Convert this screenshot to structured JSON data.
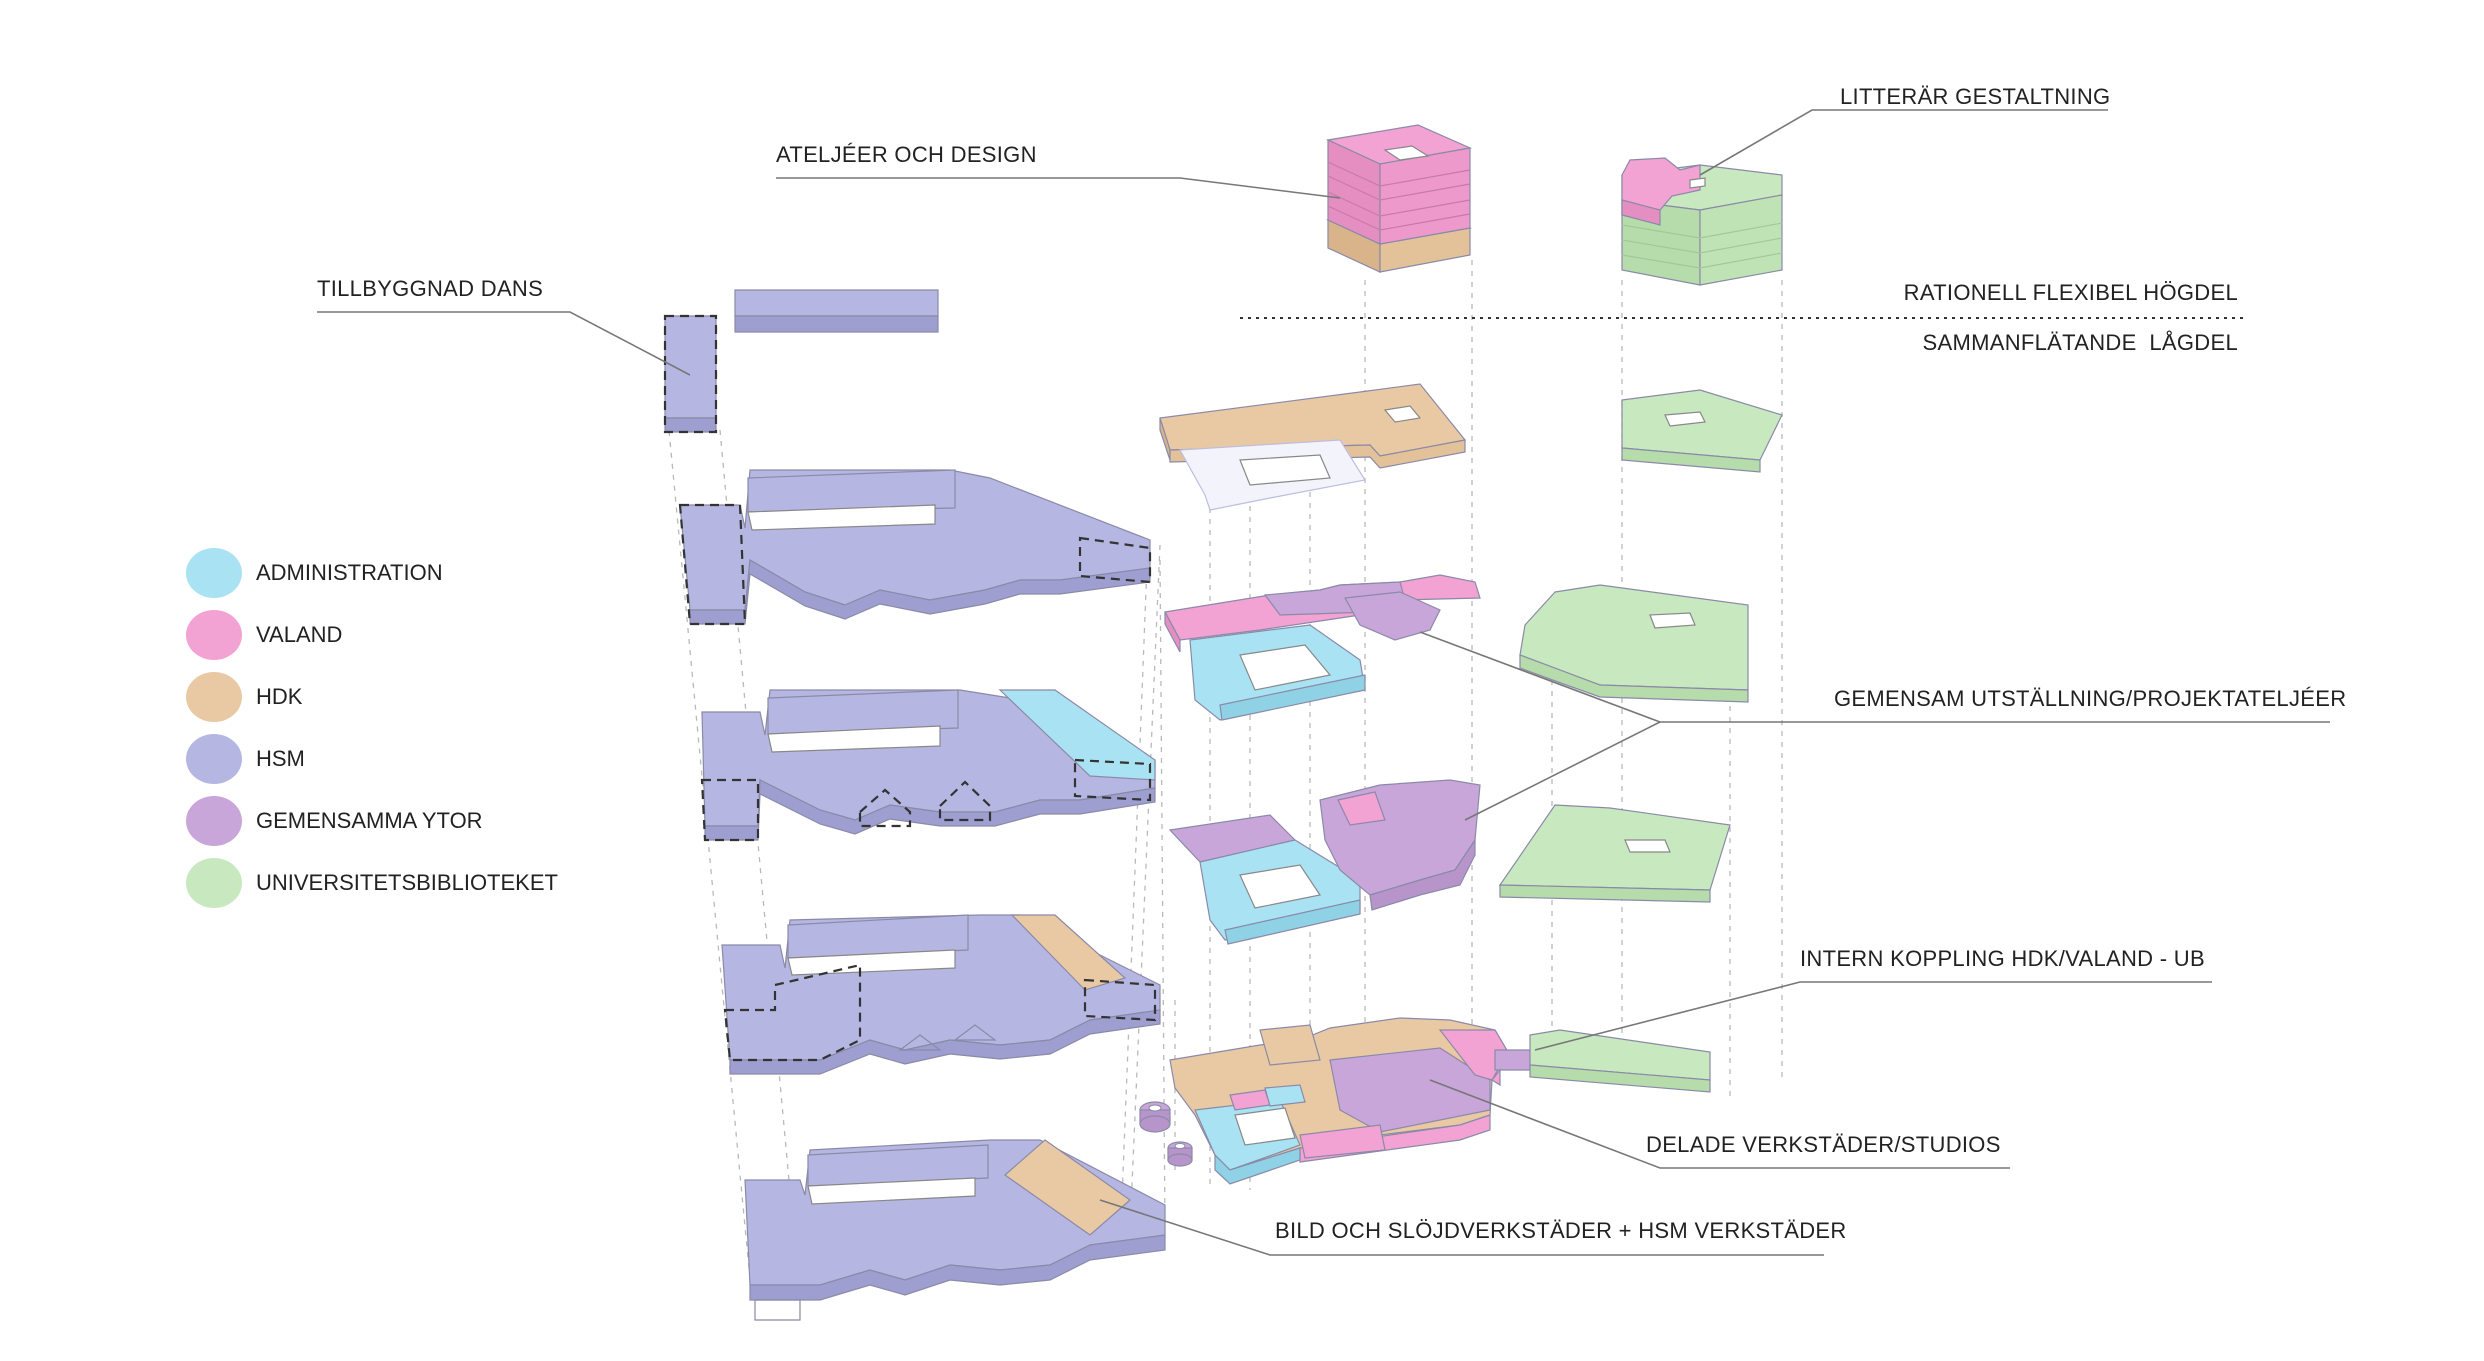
{
  "colors": {
    "administration": "#a9e3f3",
    "valand": "#f2a2d3",
    "hdk": "#e9c9a3",
    "hsm": "#b6b6e2",
    "gemensamma": "#c9a6d9",
    "ub": "#c8e8bf",
    "line": "#7a7a7a"
  },
  "legend": [
    {
      "key": "administration",
      "label": "ADMINISTRATION"
    },
    {
      "key": "valand",
      "label": "VALAND"
    },
    {
      "key": "hdk",
      "label": "HDK"
    },
    {
      "key": "hsm",
      "label": "HSM"
    },
    {
      "key": "gemensamma",
      "label": "GEMENSAMMA YTOR"
    },
    {
      "key": "ub",
      "label": "UNIVERSITETSBIBLIOTEKET"
    }
  ],
  "labels": {
    "tillbyggnad_dans": "TILLBYGGNAD DANS",
    "ateljeer": "ATELJÉER OCH DESIGN",
    "litterar": "LITTERÄR GESTALTNING",
    "rationell": "RATIONELL FLEXIBEL HÖGDEL",
    "sammanflatande": "SAMMANFLÄTANDE  LÅGDEL",
    "gemensam_utst": "GEMENSAM UTSTÄLLNING/PROJEKTATELJÉER",
    "intern_koppling": "INTERN KOPPLING HDK/VALAND - UB",
    "delade_verkst": "DELADE VERKSTÄDER/STUDIOS",
    "bild_slojd": "BILD OCH SLÖJDVERKSTÄDER + HSM VERKSTÄDER"
  }
}
